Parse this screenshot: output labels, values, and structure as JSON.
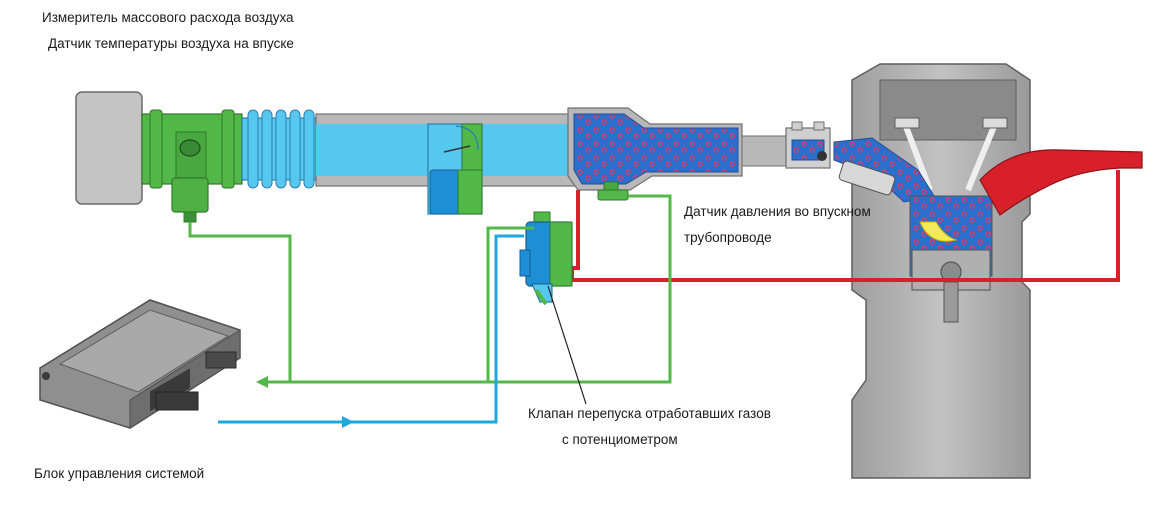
{
  "labels": {
    "maf_sensor": "Измеритель массового расхода воздуха",
    "intake_temp_sensor": "Датчик температуры воздуха на впуске",
    "map_sensor_line1": "Датчик давления во впускном",
    "map_sensor_line2": "трубопроводе",
    "egr_valve_line1": "Клапан перепуска отработавших газов",
    "egr_valve_line2": "с потенциометром",
    "ecu": "Блок управления системой"
  },
  "colors": {
    "air_blue": "#56c8f0",
    "sensor_green": "#52b848",
    "exhaust_red": "#d8202a",
    "signal_blue": "#1ea8e0",
    "engine_gray": "#a6a6a6",
    "particle_red": "#e23a6a",
    "manifold_blue": "#2a6fcc"
  }
}
